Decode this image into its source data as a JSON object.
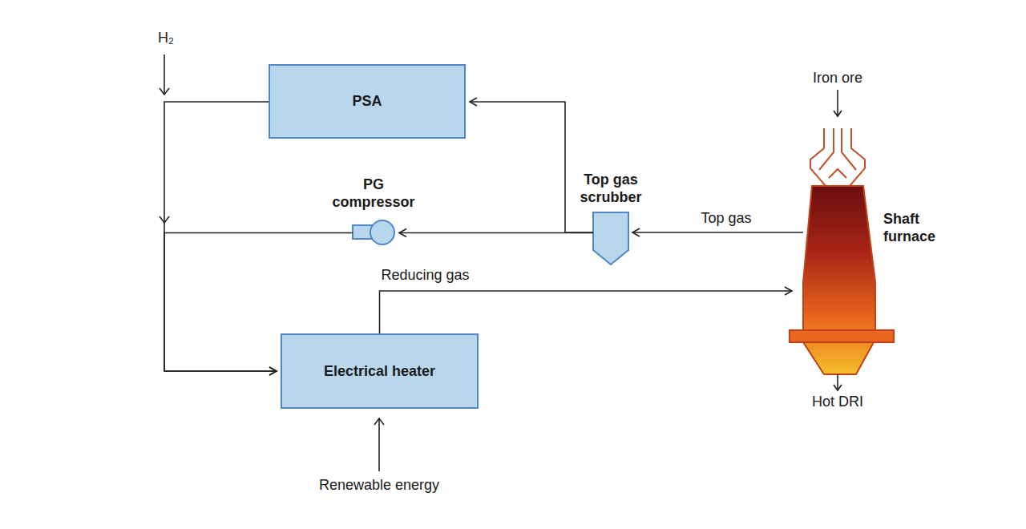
{
  "diagram": {
    "nodes": [
      {
        "text": [
          "PSA"
        ]
      },
      {
        "text": [
          "PG compressor"
        ]
      },
      {
        "text": [
          "Top gas scrubber"
        ]
      },
      {
        "text": [
          "Shaft furnace"
        ]
      },
      {
        "text": [
          "Electrical heater"
        ]
      }
    ],
    "edges": [
      {
        "from": 3,
        "to": 2,
        "label": "Top gas",
        "arrow": "to"
      },
      {
        "from": 2,
        "to": 1,
        "arrow": "to"
      },
      {
        "from": 2,
        "to": 0,
        "arrow": "to"
      },
      {
        "from": 0,
        "to": 4,
        "arrow": "to"
      },
      {
        "from": 1,
        "to": 4,
        "arrow": "to"
      },
      {
        "from": 4,
        "to": 3,
        "label": "Reducing gas",
        "arrow": "to"
      }
    ],
    "labels": [
      "H₂",
      "Iron ore",
      "Hot DRI",
      "Renewable energy"
    ]
  }
}
